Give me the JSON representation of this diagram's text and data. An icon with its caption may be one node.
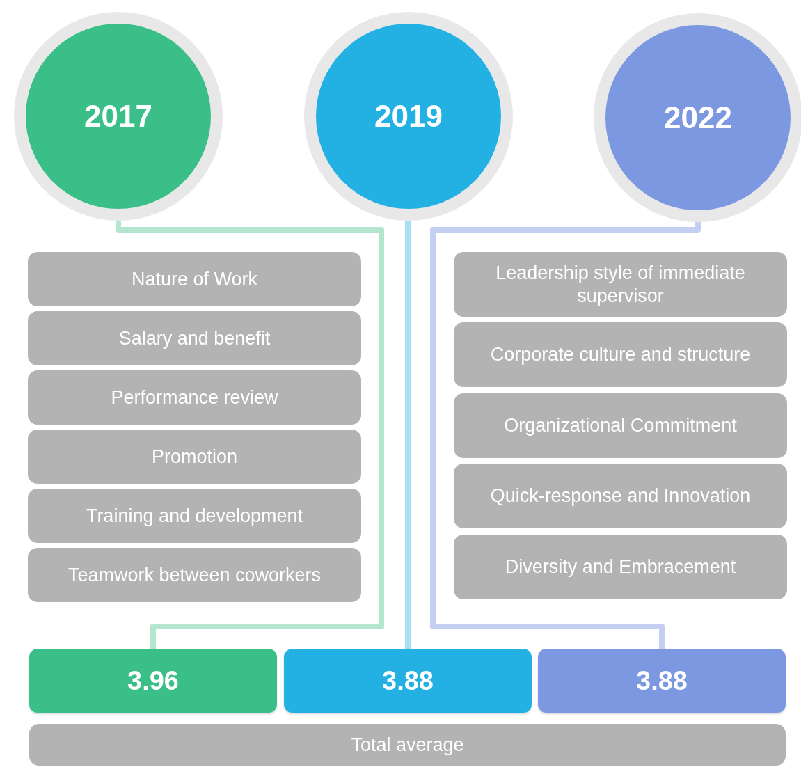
{
  "diagram": {
    "nodes": [
      {
        "text": [
          "2017"
        ]
      },
      {
        "text": [
          "2019"
        ]
      },
      {
        "text": [
          "2022"
        ]
      },
      {
        "text": [
          "Nature of Work"
        ]
      },
      {
        "text": [
          "Salary and benefit"
        ]
      },
      {
        "text": [
          "Performance review"
        ]
      },
      {
        "text": [
          "Promotion"
        ]
      },
      {
        "text": [
          "Training and development"
        ]
      },
      {
        "text": [
          "Teamwork between coworkers"
        ]
      },
      {
        "text": [
          "Leadership style of immediate supervisor"
        ]
      },
      {
        "text": [
          "Corporate culture and structure"
        ]
      },
      {
        "text": [
          "Organizational Commitment"
        ]
      },
      {
        "text": [
          "Quick-response and Innovation"
        ]
      },
      {
        "text": [
          "Diversity and Embracement"
        ]
      },
      {
        "text": [
          "3.96"
        ]
      },
      {
        "text": [
          "3.88"
        ]
      },
      {
        "text": [
          "3.88"
        ]
      },
      {
        "text": [
          "Total average"
        ]
      }
    ],
    "edges": [
      {
        "from": 0,
        "to": 14,
        "arrow": "none",
        "color": "#b4e6cf"
      },
      {
        "from": 1,
        "to": 15,
        "arrow": "none",
        "color": "#a7dff3"
      },
      {
        "from": 2,
        "to": 16,
        "arrow": "none",
        "color": "#c4cff2"
      }
    ]
  }
}
